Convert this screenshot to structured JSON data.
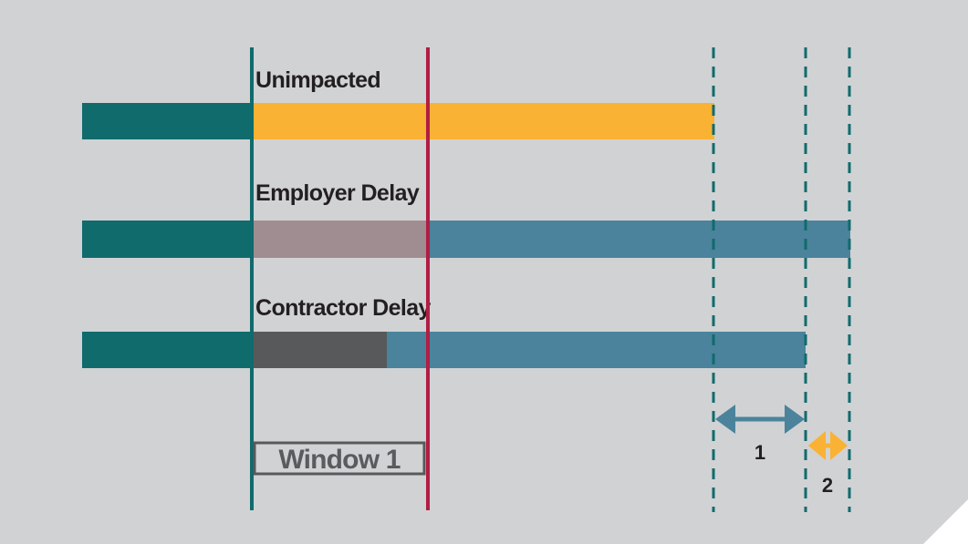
{
  "rows": {
    "unimpacted": "Unimpacted",
    "employer_delay": "Employer Delay",
    "contractor_delay": "Contractor Delay"
  },
  "window": {
    "label": "Window 1"
  },
  "intervals": {
    "first": "1",
    "second": "2"
  },
  "colors": {
    "background": "#d1d2d4",
    "baseline": "#106b6c",
    "unimpacted": "#f9b234",
    "employer_delay": "#a08d92",
    "contractor_delay": "#58595b",
    "impacted_bar": "#4a839b",
    "window_start": "#106b6c",
    "data_date": "#b01e44",
    "finish_marker": "#106b6c",
    "interval_1": "#4a839b",
    "interval_2": "#f9b234"
  }
}
